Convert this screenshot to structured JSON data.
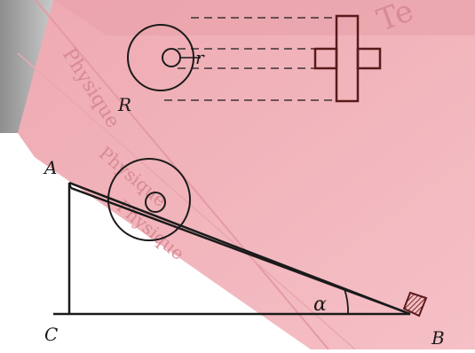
{
  "figure": {
    "labels": {
      "A": "A",
      "B": "B",
      "C": "C",
      "R": "R",
      "r": "r",
      "alpha": "α"
    },
    "background_words": [
      "Physique",
      "Physique",
      "Physique",
      "Te"
    ],
    "colors": {
      "ink": "#1a1a1a",
      "axle_stroke": "#5a1a1a",
      "hatch": "#7a2a2a",
      "book_red": "#f3b6bd",
      "book_grey": "#9a9a9a"
    }
  }
}
